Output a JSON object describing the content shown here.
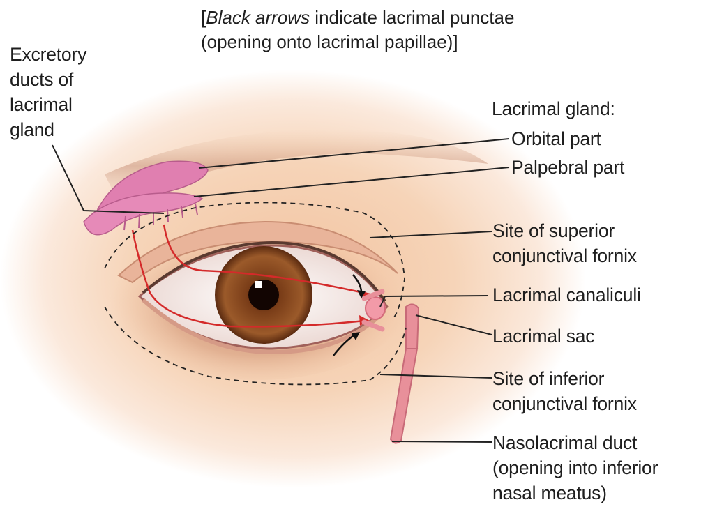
{
  "note": {
    "prefix": "[",
    "italic": "Black arrows",
    "line1_rest": " indicate lacrimal punctae",
    "line2": "(opening onto lacrimal papillae)]"
  },
  "labels": {
    "excretory_ducts": [
      "Excretory",
      "ducts of",
      "lacrimal",
      "gland"
    ],
    "lacrimal_gland": "Lacrimal gland:",
    "orbital_part": "Orbital part",
    "palpebral_part": "Palpebral part",
    "superior_fornix": [
      "Site of superior",
      "conjunctival fornix"
    ],
    "canaliculi": "Lacrimal canaliculi",
    "sac": "Lacrimal sac",
    "inferior_fornix": [
      "Site of inferior",
      "conjunctival fornix"
    ],
    "nasolacrimal_duct": [
      "Nasolacrimal duct",
      "(opening into inferior",
      "nasal meatus)"
    ]
  },
  "colors": {
    "skin": "#f6d2b4",
    "skin_shadow": "#d99a78",
    "iris": "#8a4a22",
    "gland": "#e07fb0",
    "tear_path": "#d42a2a",
    "duct": "#e8909a",
    "leader_line": "#222222"
  }
}
